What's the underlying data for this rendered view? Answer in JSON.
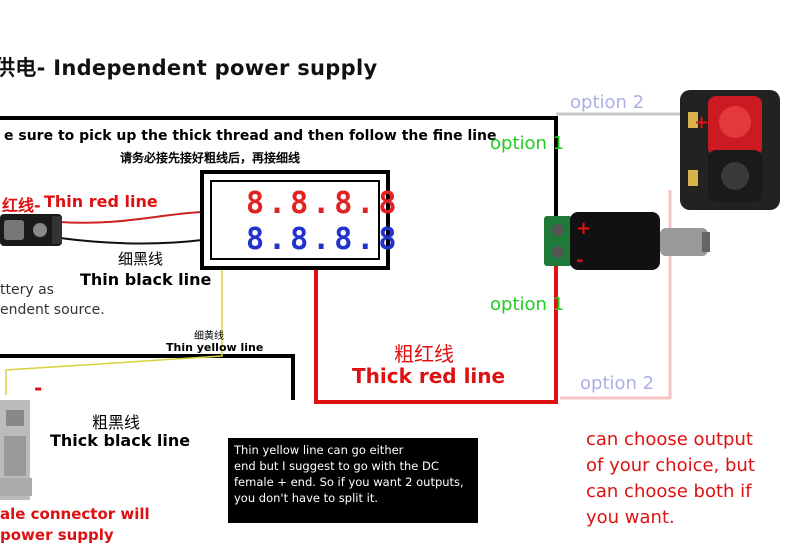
{
  "title": "供电- Independent power supply",
  "instructions": {
    "en": "e sure to pick up the thick thread and then follow the fine line",
    "zh": "请务必接先接好粗线后，再接细线"
  },
  "wires": {
    "thin_red": {
      "zh": "红线-",
      "en": "Thin red line"
    },
    "thin_black": {
      "zh": "细黑线",
      "en": "Thin black line"
    },
    "thin_yellow": {
      "zh": "细黄线",
      "en": "Thin yellow line"
    },
    "thick_black": {
      "zh": "粗黑线",
      "en": "Thick black line"
    },
    "thick_red": {
      "zh": "粗红线",
      "en": "Thick red line"
    }
  },
  "battery_note": [
    "ttery as",
    "endent source."
  ],
  "meter": {
    "red_digits": "8.8.8.8",
    "blue_digits": "8.8.8.8"
  },
  "options": {
    "option2_top": "option 2",
    "option1_top": "option 1",
    "option1_mid": "option 1",
    "option2_bottom": "option 2"
  },
  "signs": {
    "plus": "+",
    "minus": "-",
    "post_plus": "+",
    "left_minus": "-"
  },
  "note_box": [
    "Thin yellow line can go either",
    "end but I suggest to go with the DC",
    "female + end. So if you want 2 outputs,",
    "you don't have to split it."
  ],
  "choice_text": [
    "can choose output",
    "of your choice, but",
    "can choose both if",
    "you want."
  ],
  "female_connector_text": [
    "ale connector will",
    "power supply"
  ],
  "colors": {
    "thick_red": "#dd1111",
    "thin_red": "#cc2222",
    "option1": "#22cc22",
    "option2": "#aab0e6",
    "yellow_wire": "#d8d040",
    "meter_red": "#e12222",
    "meter_blue": "#2233cc",
    "terminal_green": "#1f7a3a",
    "binding_red": "#cc1a22"
  }
}
